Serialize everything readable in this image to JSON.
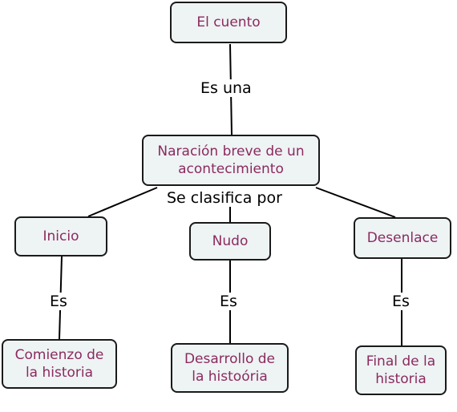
{
  "nodes": {
    "cuento": "El cuento",
    "narracion": "Naración breve de un\nacontecimiento",
    "inicio": "Inicio",
    "nudo": "Nudo",
    "desenlace": "Desenlace",
    "comienzo": "Comienzo de\nla historia",
    "desarrollo": "Desarrollo de\nla histoória",
    "final": "Final de la\nhistoria"
  },
  "links": {
    "es_una": "Es una",
    "se_clasifica_por": "Se clasifica por",
    "es_inicio": "Es",
    "es_nudo": "Es",
    "es_desenlace": "Es"
  },
  "colors": {
    "node_fill": "#eef3f4",
    "node_border": "#1a1a1a",
    "node_text": "#8b2a5e",
    "link_text": "#000000"
  }
}
